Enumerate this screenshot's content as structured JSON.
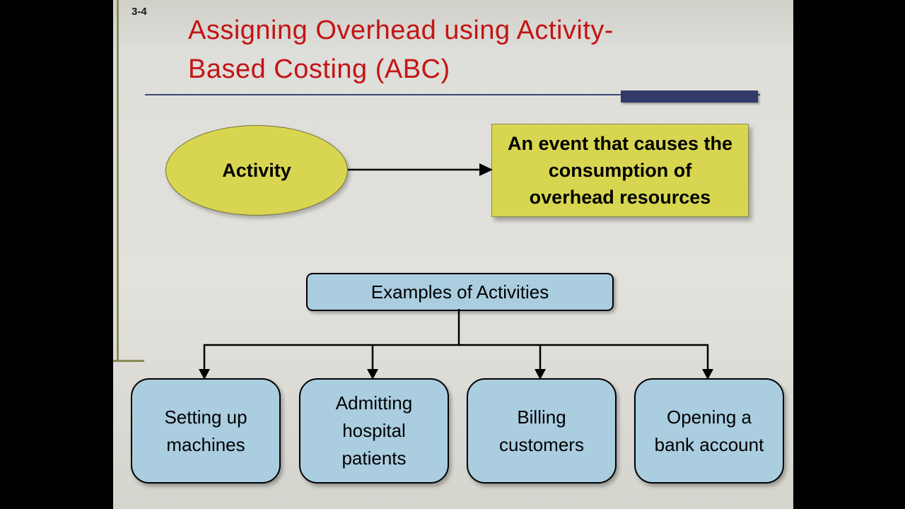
{
  "slide": {
    "page_number": "3-4",
    "title": "Assigning Overhead using Activity-Based Costing (ABC)",
    "title_lines": {
      "line1": "Assigning Overhead using Activity-",
      "line2": "Based Costing (ABC)"
    },
    "activity_label": "Activity",
    "definition_text": "An event that causes the consumption of overhead resources",
    "examples_header": "Examples of Activities",
    "examples": [
      "Setting up machines",
      "Admitting hospital patients",
      "Billing customers",
      "Opening a bank account"
    ],
    "colors": {
      "title_red": "#c41414",
      "accent_bar_blue": "#323a6a",
      "shape_yellow": "#d8d650",
      "shape_light_blue": "#aacde0",
      "accent_line_olive": "#8b8b57",
      "slide_background": "#dededa",
      "letterbox": "#000000"
    }
  }
}
